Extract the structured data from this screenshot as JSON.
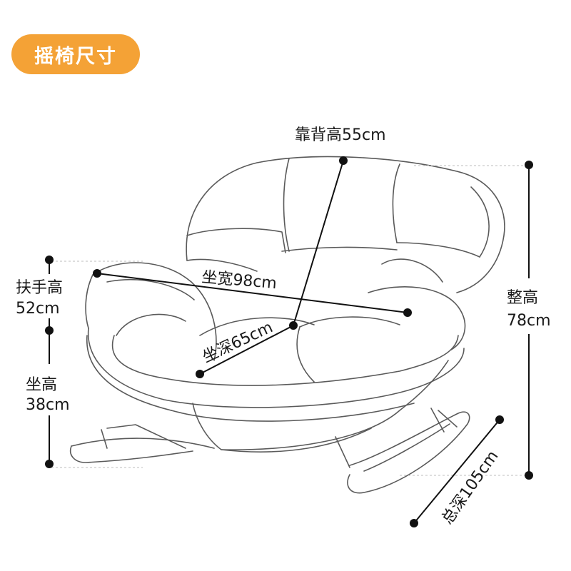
{
  "title": "摇椅尺寸",
  "colors": {
    "badge": "#f4a236",
    "line": "#111111",
    "outline": "#5a5a5a"
  },
  "dimensions": {
    "backrest_height": "靠背高55cm",
    "seat_width": "坐宽98cm",
    "seat_depth": "坐深65cm",
    "armrest_height": {
      "label": "扶手高",
      "value": "52cm"
    },
    "seat_height": {
      "label": "坐高",
      "value": "38cm"
    },
    "overall_height": {
      "label": "整高",
      "value": "78cm"
    },
    "overall_depth": "总深105cm"
  }
}
